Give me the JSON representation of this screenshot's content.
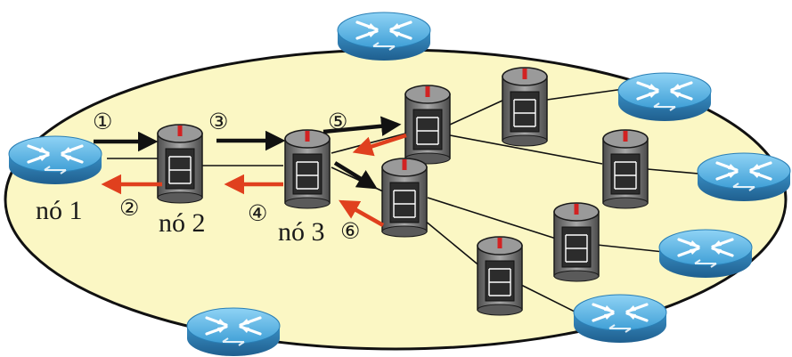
{
  "nodes": {
    "node1": "nó 1",
    "node2": "nó 2",
    "node3": "nó 3"
  },
  "steps": [
    "①",
    "②",
    "③",
    "④",
    "⑤",
    "⑥"
  ],
  "colors": {
    "area_fill": "#fbf7c4",
    "area_stroke": "#111111",
    "router_blue": "#3f9fd6",
    "switch_gray": "#7d7d7d",
    "request_arrow": "#111111",
    "reply_arrow": "#e0401e"
  },
  "icons": {
    "router": "router-icon",
    "switch": "switch-icon"
  }
}
